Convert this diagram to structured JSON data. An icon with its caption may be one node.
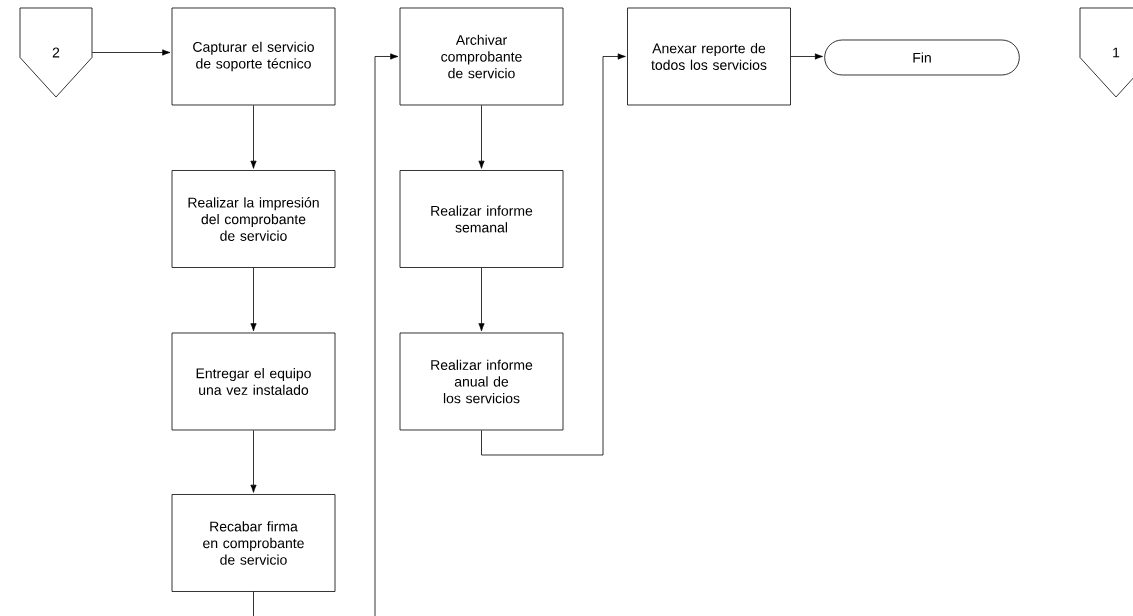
{
  "diagram": {
    "nodes": [
      {
        "text": [
          "2"
        ]
      },
      {
        "text": [
          "Capturar el servicio de soporte técnico"
        ]
      },
      {
        "text": [
          "Realizar la impresión del comprobante de servicio"
        ]
      },
      {
        "text": [
          "Entregar el equipo una vez instalado"
        ]
      },
      {
        "text": [
          "Recabar firma en comprobante de servicio"
        ]
      },
      {
        "text": [
          "Archivar comprobante de servicio"
        ]
      },
      {
        "text": [
          "Realizar informe semanal"
        ]
      },
      {
        "text": [
          "Realizar informe anual de los servicios"
        ]
      },
      {
        "text": [
          "Anexar reporte de todos los servicios"
        ]
      },
      {
        "text": [
          "Fin"
        ]
      },
      {
        "text": [
          "1"
        ]
      }
    ],
    "edges": [
      {
        "from": 0,
        "to": 1,
        "arrow": "to"
      },
      {
        "from": 1,
        "to": 2,
        "arrow": "to"
      },
      {
        "from": 2,
        "to": 3,
        "arrow": "to"
      },
      {
        "from": 3,
        "to": 4,
        "arrow": "to"
      },
      {
        "from": 4,
        "to": null,
        "arrow": "none"
      },
      {
        "from": null,
        "to": 5,
        "arrow": "to"
      },
      {
        "from": 5,
        "to": 6,
        "arrow": "to"
      },
      {
        "from": 6,
        "to": 7,
        "arrow": "to"
      },
      {
        "from": 7,
        "to": 8,
        "arrow": "to"
      },
      {
        "from": 8,
        "to": 9,
        "arrow": "to"
      }
    ]
  }
}
